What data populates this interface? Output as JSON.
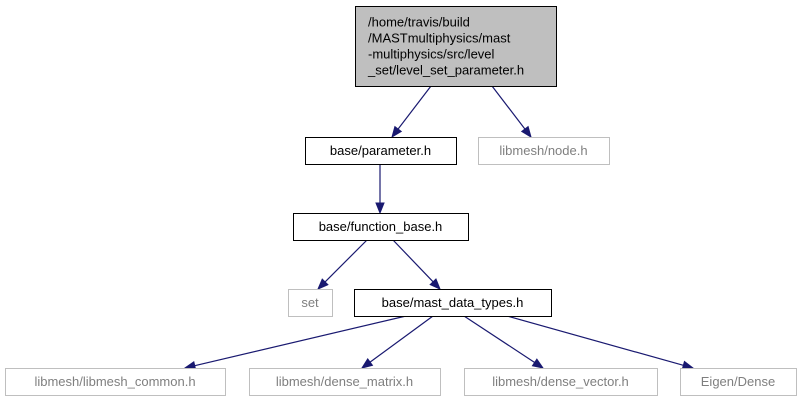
{
  "graph": {
    "nodes": [
      {
        "id": "root",
        "lines": [
          "/home/travis/build",
          "/MASTmultiphysics/mast",
          "-multiphysics/src/level",
          "_set/level_set_parameter.h"
        ],
        "style": "root"
      },
      {
        "id": "parameter",
        "lines": [
          "base/parameter.h"
        ],
        "style": "normal"
      },
      {
        "id": "node",
        "lines": [
          "libmesh/node.h"
        ],
        "style": "external"
      },
      {
        "id": "function_base",
        "lines": [
          "base/function_base.h"
        ],
        "style": "normal"
      },
      {
        "id": "set",
        "lines": [
          "set"
        ],
        "style": "external"
      },
      {
        "id": "mast_data_types",
        "lines": [
          "base/mast_data_types.h"
        ],
        "style": "normal"
      },
      {
        "id": "libmesh_common",
        "lines": [
          "libmesh/libmesh_common.h"
        ],
        "style": "external"
      },
      {
        "id": "dense_matrix",
        "lines": [
          "libmesh/dense_matrix.h"
        ],
        "style": "external"
      },
      {
        "id": "dense_vector",
        "lines": [
          "libmesh/dense_vector.h"
        ],
        "style": "external"
      },
      {
        "id": "eigen_dense",
        "lines": [
          "Eigen/Dense"
        ],
        "style": "external"
      }
    ],
    "edges": [
      {
        "from": "root",
        "to": "parameter"
      },
      {
        "from": "root",
        "to": "node"
      },
      {
        "from": "parameter",
        "to": "function_base"
      },
      {
        "from": "function_base",
        "to": "set"
      },
      {
        "from": "function_base",
        "to": "mast_data_types"
      },
      {
        "from": "mast_data_types",
        "to": "libmesh_common"
      },
      {
        "from": "mast_data_types",
        "to": "dense_matrix"
      },
      {
        "from": "mast_data_types",
        "to": "dense_vector"
      },
      {
        "from": "mast_data_types",
        "to": "eigen_dense"
      }
    ],
    "colors": {
      "root_fill": "#bfbfbf",
      "normal_stroke": "#000000",
      "external_stroke": "#bfbfbf",
      "edge": "#191970",
      "normal_text": "#000000",
      "external_text": "#7f7f7f"
    }
  }
}
